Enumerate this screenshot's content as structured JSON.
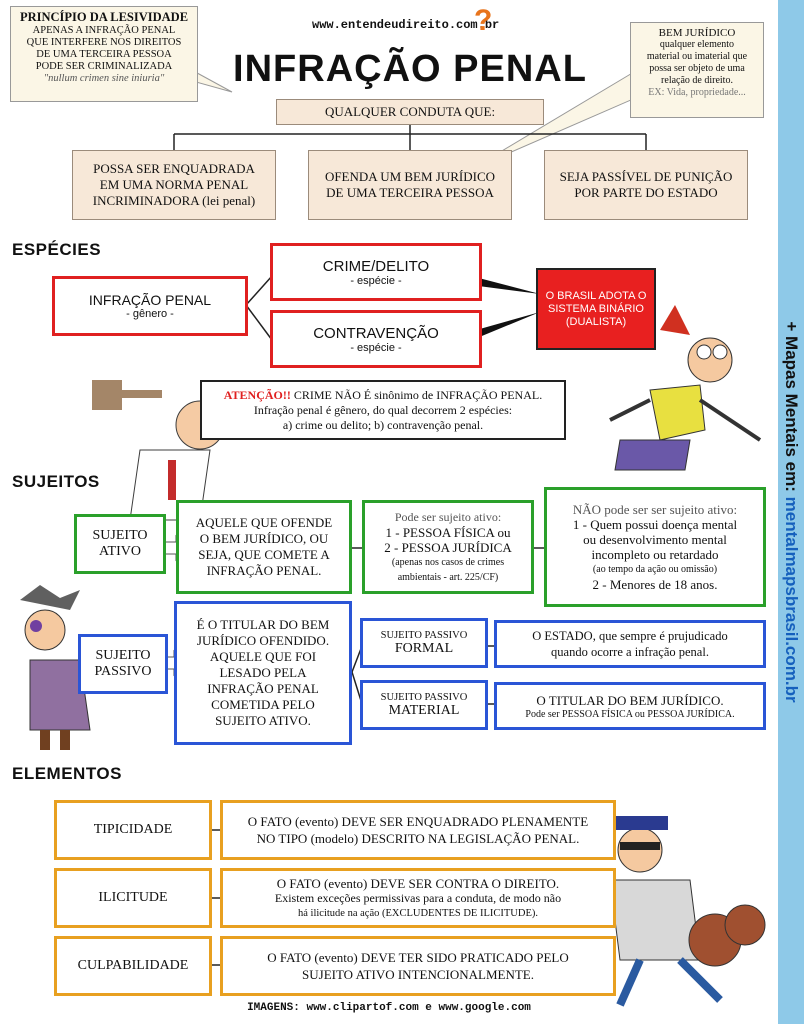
{
  "sidebar": {
    "prefix": "+ Mapas Mentais em: ",
    "url": "mentalmapsbrasil.com.br"
  },
  "header": {
    "site": "www.entendeudireito.com.br",
    "title": "INFRAÇÃO PENAL",
    "subtitle": "QUALQUER CONDUTA QUE:"
  },
  "principio": {
    "title": "PRINCÍPIO DA LESIVIDADE",
    "lines": [
      "APENAS A INFRAÇÃO PENAL",
      "QUE INTERFERE NOS DIREITOS",
      "DE UMA TERCEIRA PESSOA",
      "PODE SER CRIMINALIZADA"
    ],
    "latin": "\"nullum crimen sine iniuria\""
  },
  "bem_juridico": {
    "title": "BEM JURÍDICO",
    "lines": [
      "qualquer elemento",
      "material ou imaterial que",
      "possa ser objeto de uma",
      "relação de direito."
    ],
    "example": "EX: Vida, propriedade..."
  },
  "condutas": [
    {
      "l1": "POSSA SER ENQUADRADA",
      "l2": "EM UMA NORMA PENAL",
      "l3": "INCRIMINADORA (lei penal)"
    },
    {
      "l1": "OFENDA UM BEM JURÍDICO",
      "l2": "DE UMA TERCEIRA PESSOA",
      "l3": ""
    },
    {
      "l1": "SEJA PASSÍVEL DE PUNIÇÃO",
      "l2": "POR PARTE DO ESTADO",
      "l3": ""
    }
  ],
  "especies": {
    "heading": "ESPÉCIES",
    "genero": {
      "label": "INFRAÇÃO PENAL",
      "tag": "- gênero -"
    },
    "crime": {
      "label": "CRIME/DELITO",
      "tag": "- espécie -"
    },
    "contravencao": {
      "label": "CONTRAVENÇÃO",
      "tag": "- espécie -"
    },
    "brasil": {
      "l1": "O BRASIL ADOTA O",
      "l2": "SISTEMA BINÁRIO",
      "l3": "(DUALISTA)"
    },
    "atencao": {
      "bold": "ATENÇÃO!!",
      "l1": " CRIME NÃO É sinônimo de INFRAÇÃO PENAL.",
      "l2": "Infração penal é gênero, do qual decorrem 2 espécies:",
      "l3": "a) crime ou delito; b) contravenção penal."
    }
  },
  "sujeitos": {
    "heading": "SUJEITOS",
    "ativo": {
      "label_l1": "SUJEITO",
      "label_l2": "ATIVO",
      "def": [
        "AQUELE QUE OFENDE",
        "O BEM JURÍDICO, OU",
        "SEJA, QUE COMETE A",
        "INFRAÇÃO PENAL."
      ],
      "pode_title": "Pode ser sujeito ativo:",
      "pode": [
        "1 - PESSOA FÍSICA ou",
        "2 - PESSOA JURÍDICA"
      ],
      "pode_note": [
        "(apenas nos casos de crimes",
        "ambientais - art. 225/CF)"
      ],
      "nao_title": "NÃO pode ser ser sujeito ativo:",
      "nao": [
        "1 - Quem possui doença mental",
        "ou desenvolvimento mental",
        "incompleto ou retardado"
      ],
      "nao_note": "(ao tempo da ação ou omissão)",
      "nao_2": "2 - Menores de 18 anos."
    },
    "passivo": {
      "label_l1": "SUJEITO",
      "label_l2": "PASSIVO",
      "def": [
        "É O TITULAR DO BEM",
        "JURÍDICO OFENDIDO.",
        "AQUELE QUE FOI",
        "LESADO PELA",
        "INFRAÇÃO PENAL",
        "COMETIDA PELO",
        "SUJEITO ATIVO."
      ],
      "formal_small": "SUJEITO PASSIVO",
      "formal": "FORMAL",
      "formal_desc": [
        "O ESTADO, que sempre é prujudicado",
        "quando ocorre a infração penal."
      ],
      "material_small": "SUJEITO PASSIVO",
      "material": "MATERIAL",
      "material_desc": "O TITULAR DO BEM JURÍDICO.",
      "material_note": "Pode ser PESSOA FÍSICA ou PESSOA JURÍDICA."
    }
  },
  "elementos": {
    "heading": "ELEMENTOS",
    "items": [
      {
        "name": "TIPICIDADE",
        "l1": "O FATO (evento) DEVE SER ENQUADRADO PLENAMENTE",
        "l2": "NO TIPO (modelo) DESCRITO NA LEGISLAÇÃO PENAL.",
        "l3": ""
      },
      {
        "name": "ILICITUDE",
        "l1": "O FATO (evento) DEVE SER CONTRA O DIREITO.",
        "l2": "Existem exceções permissivas para a conduta, de modo não",
        "l3": "há ilicitude na ação (EXCLUDENTES DE ILICITUDE)."
      },
      {
        "name": "CULPABILIDADE",
        "l1": "O FATO (evento) DEVE TER SIDO PRATICADO PELO",
        "l2": "SUJEITO ATIVO INTENCIONALMENTE.",
        "l3": ""
      }
    ]
  },
  "footer": "IMAGENS: www.clipartof.com e www.google.com",
  "colors": {
    "red": "#e02020",
    "green": "#2aa02a",
    "blue": "#2a55d6",
    "orange": "#e8a020",
    "sidebar": "#8ec9e8"
  }
}
